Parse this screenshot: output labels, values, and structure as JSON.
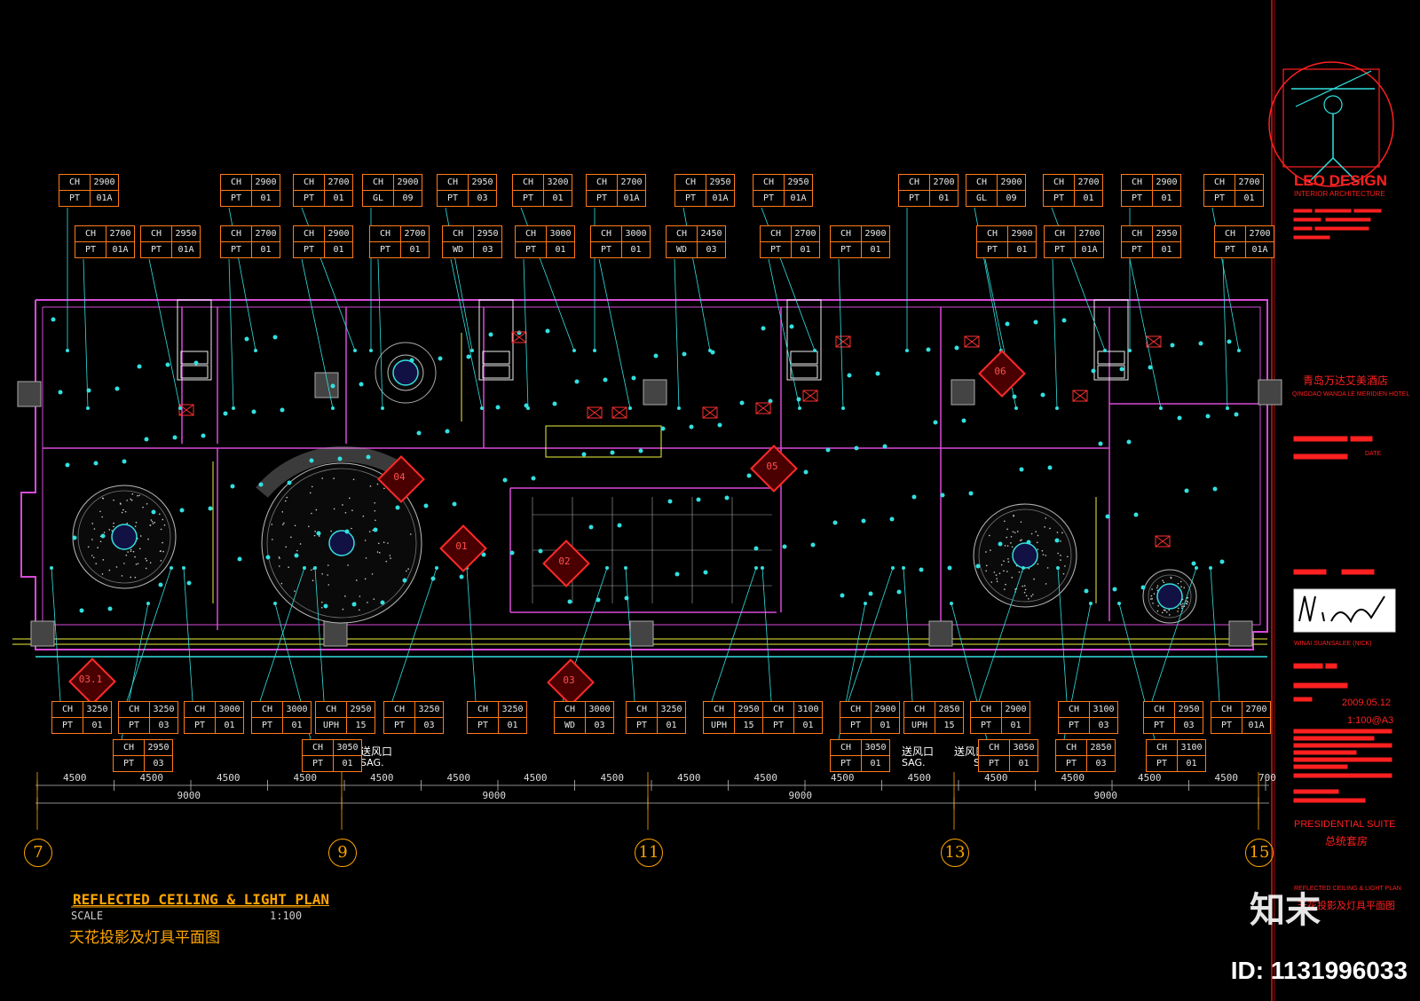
{
  "titleblock": {
    "firm": "LEO DESIGN",
    "firm_sub": "INTERIOR ARCHITECTURE",
    "project_cn": "青岛万达艾美酒店",
    "project_en": "QINGDAO WANDA LE MERIDIEN HOTEL",
    "date_label": "DATE",
    "designer_name": "WINAI SUANSALEE (NICK)",
    "date_value": "2009.05.12",
    "scale_sheet": "1:100@A3",
    "room_en": "PRESIDENTIAL SUITE",
    "room_cn": "总统套房",
    "drawing_en": "REFLECTED CEILING & LIGHT PLAN",
    "drawing_cn": "天花投影及灯具平面图"
  },
  "drawing": {
    "title_en": "REFLECTED CEILING & LIGHT PLAN",
    "scale_label": "SCALE",
    "scale_value": "1:100",
    "title_cn": "天花投影及灯具平面图",
    "grid_axes": [
      "7",
      "9",
      "11",
      "13",
      "15"
    ],
    "dims_half": [
      "4500",
      "4500",
      "4500",
      "4500",
      "4500",
      "4500",
      "4500",
      "4500",
      "4500",
      "4500",
      "4500",
      "4500",
      "4500",
      "4500",
      "4500",
      "4500",
      "700"
    ],
    "dims_full": [
      "9000",
      "9000",
      "9000",
      "9000"
    ],
    "section_marks": [
      "01",
      "02",
      "03",
      "03.1",
      "04",
      "05",
      "06"
    ],
    "notes": {
      "supply_air_1_cn": "送风口",
      "supply_air_1_en": "SAG.",
      "supply_air_2_cn": "送风口",
      "supply_air_2_en": "SAG.",
      "supply_air_3_cn": "送风口",
      "supply_air_3_en": "SAG."
    },
    "tags_top_row1": [
      {
        "a": "CH",
        "av": "2900",
        "b": "PT",
        "bv": "01A"
      },
      {
        "a": "CH",
        "av": "2900",
        "b": "PT",
        "bv": "01"
      },
      {
        "a": "CH",
        "av": "2700",
        "b": "PT",
        "bv": "01"
      },
      {
        "a": "CH",
        "av": "2900",
        "b": "GL",
        "bv": "09"
      },
      {
        "a": "CH",
        "av": "2950",
        "b": "PT",
        "bv": "03"
      },
      {
        "a": "CH",
        "av": "3200",
        "b": "PT",
        "bv": "01"
      },
      {
        "a": "CH",
        "av": "2700",
        "b": "PT",
        "bv": "01A"
      },
      {
        "a": "CH",
        "av": "2950",
        "b": "PT",
        "bv": "01A"
      },
      {
        "a": "CH",
        "av": "2950",
        "b": "PT",
        "bv": "01A"
      },
      {
        "a": "CH",
        "av": "2700",
        "b": "PT",
        "bv": "01"
      },
      {
        "a": "CH",
        "av": "2900",
        "b": "GL",
        "bv": "09"
      },
      {
        "a": "CH",
        "av": "2700",
        "b": "PT",
        "bv": "01"
      },
      {
        "a": "CH",
        "av": "2900",
        "b": "PT",
        "bv": "01"
      },
      {
        "a": "CH",
        "av": "2700",
        "b": "PT",
        "bv": "01"
      }
    ],
    "tags_top_row2": [
      {
        "a": "CH",
        "av": "2700",
        "b": "PT",
        "bv": "01A"
      },
      {
        "a": "CH",
        "av": "2950",
        "b": "PT",
        "bv": "01A"
      },
      {
        "a": "CH",
        "av": "2700",
        "b": "PT",
        "bv": "01"
      },
      {
        "a": "CH",
        "av": "2900",
        "b": "PT",
        "bv": "01"
      },
      {
        "a": "CH",
        "av": "2700",
        "b": "PT",
        "bv": "01"
      },
      {
        "a": "CH",
        "av": "2950",
        "b": "WD",
        "bv": "03"
      },
      {
        "a": "CH",
        "av": "3000",
        "b": "PT",
        "bv": "01"
      },
      {
        "a": "CH",
        "av": "3000",
        "b": "PT",
        "bv": "01"
      },
      {
        "a": "CH",
        "av": "2450",
        "b": "WD",
        "bv": "03"
      },
      {
        "a": "CH",
        "av": "2700",
        "b": "PT",
        "bv": "01"
      },
      {
        "a": "CH",
        "av": "2900",
        "b": "PT",
        "bv": "01"
      },
      {
        "a": "CH",
        "av": "2900",
        "b": "PT",
        "bv": "01"
      },
      {
        "a": "CH",
        "av": "2700",
        "b": "PT",
        "bv": "01A"
      },
      {
        "a": "CH",
        "av": "2950",
        "b": "PT",
        "bv": "01"
      },
      {
        "a": "CH",
        "av": "2700",
        "b": "PT",
        "bv": "01A"
      }
    ],
    "tags_bottom_row1": [
      {
        "a": "CH",
        "av": "3250",
        "b": "PT",
        "bv": "01"
      },
      {
        "a": "CH",
        "av": "3250",
        "b": "PT",
        "bv": "03"
      },
      {
        "a": "CH",
        "av": "3000",
        "b": "PT",
        "bv": "01"
      },
      {
        "a": "CH",
        "av": "3000",
        "b": "PT",
        "bv": "01"
      },
      {
        "a": "CH",
        "av": "2950",
        "b": "UPH",
        "bv": "15"
      },
      {
        "a": "CH",
        "av": "3250",
        "b": "PT",
        "bv": "03"
      },
      {
        "a": "CH",
        "av": "3250",
        "b": "PT",
        "bv": "01"
      },
      {
        "a": "CH",
        "av": "3000",
        "b": "WD",
        "bv": "03"
      },
      {
        "a": "CH",
        "av": "3250",
        "b": "PT",
        "bv": "01"
      },
      {
        "a": "CH",
        "av": "2950",
        "b": "UPH",
        "bv": "15"
      },
      {
        "a": "CH",
        "av": "3100",
        "b": "PT",
        "bv": "01"
      },
      {
        "a": "CH",
        "av": "2900",
        "b": "PT",
        "bv": "01"
      },
      {
        "a": "CH",
        "av": "2850",
        "b": "UPH",
        "bv": "15"
      },
      {
        "a": "CH",
        "av": "2900",
        "b": "PT",
        "bv": "01"
      },
      {
        "a": "CH",
        "av": "3100",
        "b": "PT",
        "bv": "03"
      },
      {
        "a": "CH",
        "av": "2950",
        "b": "PT",
        "bv": "03"
      },
      {
        "a": "CH",
        "av": "2700",
        "b": "PT",
        "bv": "01A"
      }
    ],
    "tags_bottom_row2": [
      {
        "a": "CH",
        "av": "2950",
        "b": "PT",
        "bv": "03"
      },
      {
        "a": "CH",
        "av": "3050",
        "b": "PT",
        "bv": "01"
      },
      {
        "a": "CH",
        "av": "3050",
        "b": "PT",
        "bv": "01"
      },
      {
        "a": "CH",
        "av": "3050",
        "b": "PT",
        "bv": "01"
      },
      {
        "a": "CH",
        "av": "2850",
        "b": "PT",
        "bv": "03"
      },
      {
        "a": "CH",
        "av": "3100",
        "b": "PT",
        "bv": "01"
      }
    ]
  },
  "watermark": {
    "logo_text": "知末",
    "id_text": "ID: 1131996033"
  },
  "colors": {
    "wall": "#d84ad8",
    "fixture": "#33e0e0",
    "tag_border": "#ff7a1a",
    "grid": "#ffa500",
    "titleblock_red": "#ff2020",
    "background": "#000000"
  }
}
